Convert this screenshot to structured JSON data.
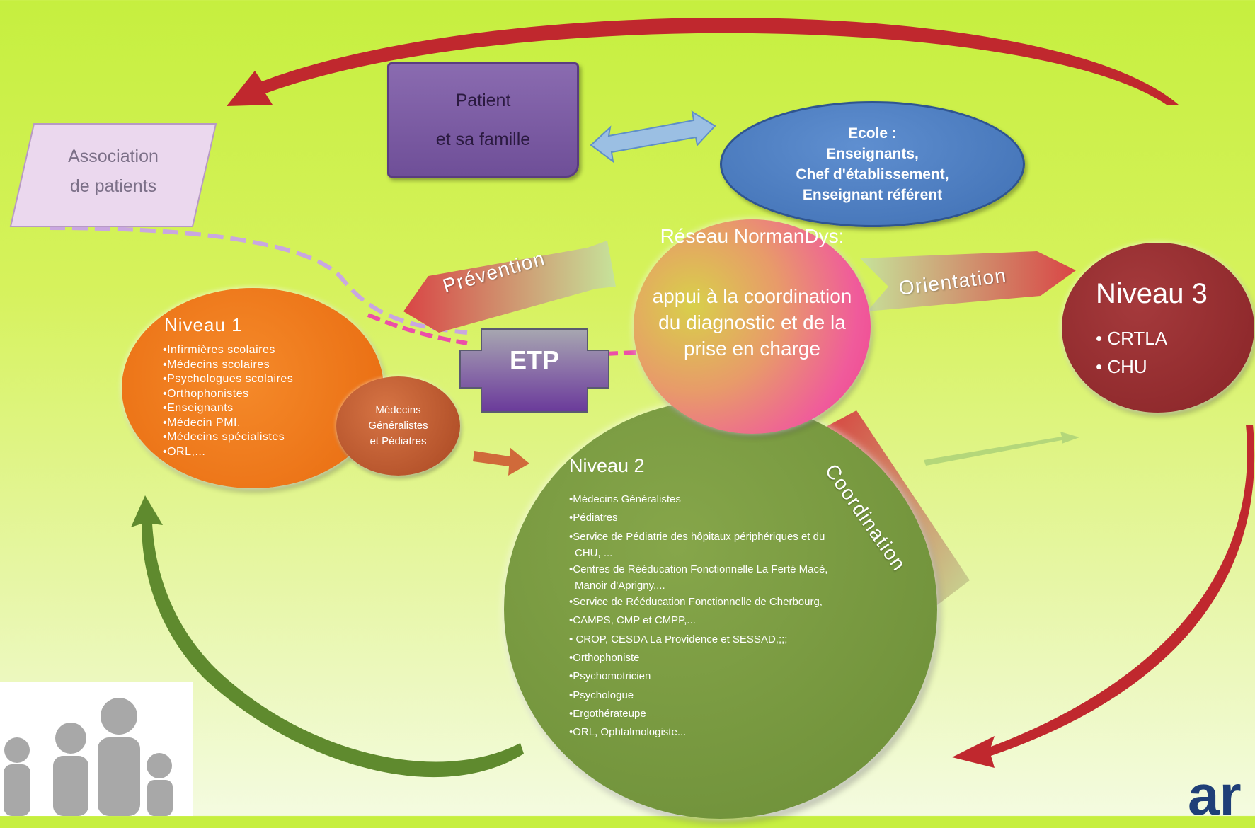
{
  "patient": {
    "line1": "Patient",
    "line2": "et sa famille"
  },
  "association": {
    "line1": "Association",
    "line2": "de patients"
  },
  "ecole": {
    "line1": "Ecole :",
    "line2": "Enseignants,",
    "line3": "Chef d'établissement,",
    "line4": "Enseignant référent"
  },
  "reseau": {
    "title": "Réseau NormanDys:",
    "body": "appui à la coordination du diagnostic et de la prise en charge"
  },
  "niveau1": {
    "title": "Niveau 1",
    "items": [
      "•Infirmières scolaires",
      "•Médecins scolaires",
      "•Psychologues scolaires",
      "•Orthophonistes",
      "•Enseignants",
      "•Médecin PMI,",
      "•Médecins spécialistes",
      "•ORL,..."
    ]
  },
  "medecins": {
    "line1": "Médecins",
    "line2": "Généralistes",
    "line3": "et Pédiatres"
  },
  "niveau2": {
    "title": "Niveau 2",
    "items": [
      "•Médecins Généralistes",
      "•Pédiatres",
      "•Service de Pédiatrie des hôpitaux périphériques et du",
      "CHU, ...",
      "•Centres de Rééducation Fonctionnelle La Ferté Macé,",
      "Manoir d'Aprigny,...",
      "•Service de Rééducation Fonctionnelle de Cherbourg,",
      "•CAMPS, CMP et CMPP,...",
      "• CROP, CESDA La Providence et SESSAD,;;;",
      "•Orthophoniste",
      "•Psychomotricien",
      "•Psychologue",
      "•Ergothérateupe",
      "•ORL, Ophtalmologiste..."
    ]
  },
  "niveau3": {
    "title": "Niveau 3",
    "items": [
      "• CRTLA",
      "• CHU"
    ]
  },
  "etp": "ETP",
  "labels": {
    "prevention": "Prévention",
    "orientation": "Orientation",
    "coordination": "Coordination"
  },
  "logo": "ar",
  "colors": {
    "background": "#c6ef3f",
    "red_arrow": "#c0282e",
    "green_arrow": "#5f8a2e",
    "pink_dash": "#ec4fa8",
    "lavender_dash": "#c9a7e0"
  }
}
